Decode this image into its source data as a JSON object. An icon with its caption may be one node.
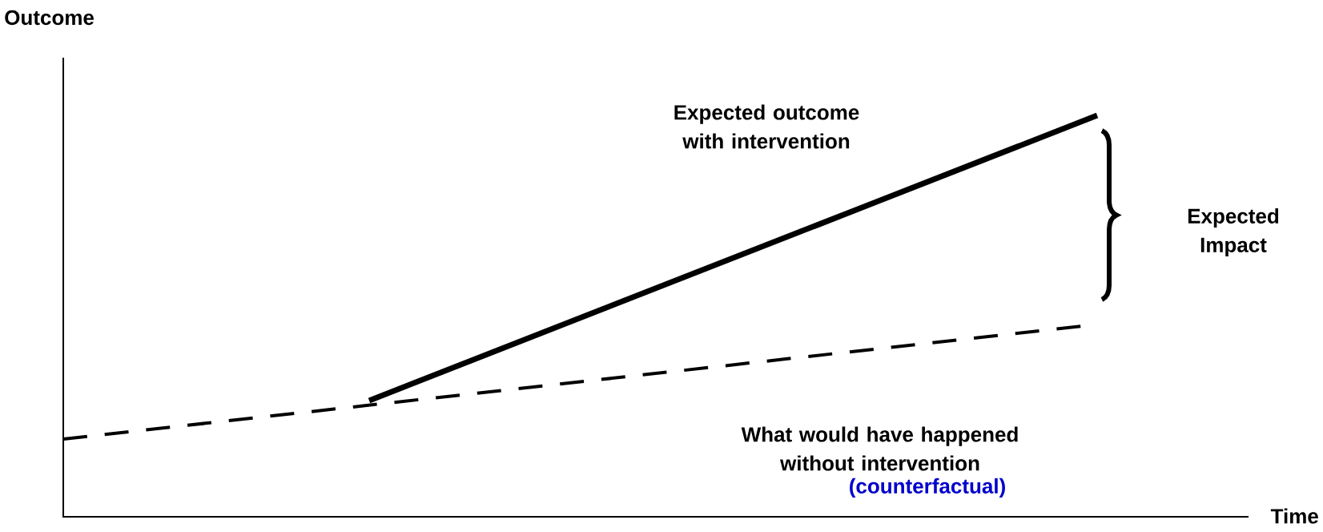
{
  "diagram": {
    "labels": [
      "Outcome",
      "Expected outcome with intervention",
      "Expected Impact",
      "What would have happened without intervention",
      "(counterfactual)",
      "Time"
    ]
  }
}
